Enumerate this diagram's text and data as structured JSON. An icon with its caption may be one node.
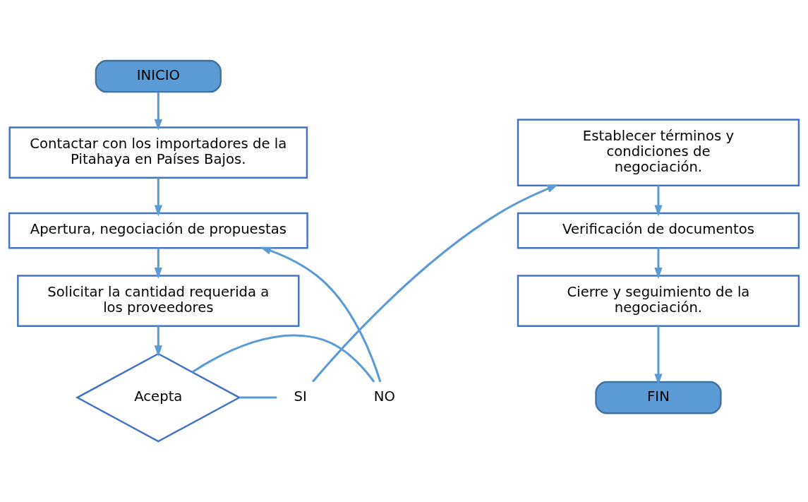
{
  "diagram": {
    "nodes": [
      {
        "text": [
          "INICIO"
        ]
      },
      {
        "text": [
          "Contactar con los importadores de la Pitahaya en Países Bajos."
        ]
      },
      {
        "text": [
          "Apertura, negociación de propuestas"
        ]
      },
      {
        "text": [
          "Solicitar la cantidad requerida a los proveedores"
        ]
      },
      {
        "text": [
          "Acepta"
        ]
      },
      {
        "text": [
          "NO"
        ]
      },
      {
        "text": [
          "SI"
        ]
      },
      {
        "text": [
          "Establecer términos y condiciones de negociación."
        ]
      },
      {
        "text": [
          "Verificación de documentos"
        ]
      },
      {
        "text": [
          "Cierre y seguimiento de la negociación."
        ]
      },
      {
        "text": [
          "FIN"
        ]
      }
    ],
    "edges": [
      {
        "from": 0,
        "to": 1,
        "arrow": "to"
      },
      {
        "from": 1,
        "to": 2,
        "arrow": "to"
      },
      {
        "from": 2,
        "to": 3,
        "arrow": "to"
      },
      {
        "from": 3,
        "to": 4,
        "arrow": "to"
      },
      {
        "from": 4,
        "to": 5,
        "arrow": "none"
      },
      {
        "from": 5,
        "to": 2,
        "arrow": "to"
      },
      {
        "from": 4,
        "to": 6,
        "arrow": "none"
      },
      {
        "from": 6,
        "to": 7,
        "arrow": "to"
      },
      {
        "from": 7,
        "to": 8,
        "arrow": "to"
      },
      {
        "from": 8,
        "to": 9,
        "arrow": "to"
      },
      {
        "from": 9,
        "to": 10,
        "arrow": "to"
      }
    ]
  }
}
